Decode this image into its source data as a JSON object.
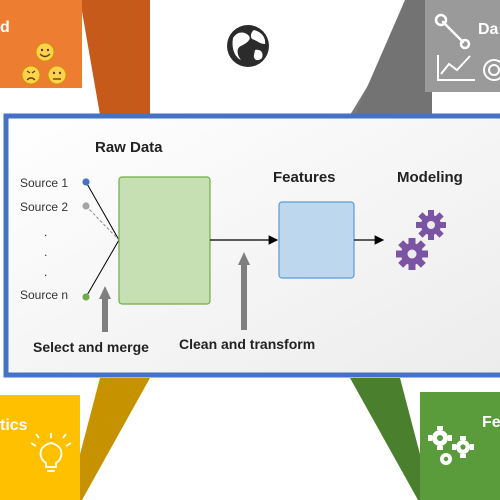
{
  "corners": {
    "top_left_label": "d",
    "top_right_label": "Da",
    "bottom_left_label": "tics",
    "bottom_right_label": "Fe"
  },
  "diagram": {
    "raw_data_title": "Raw Data",
    "features_title": "Features",
    "modeling_title": "Modeling",
    "sources": [
      "Source 1",
      "Source 2",
      ".",
      ".",
      ".",
      "Source n"
    ],
    "select_merge_label": "Select and merge",
    "clean_transform_label": "Clean and transform"
  },
  "colors": {
    "frame_border": "#4472c4",
    "raw_data_fill": "#c6e0b4",
    "raw_data_stroke": "#70ad47",
    "features_fill": "#bdd7ee",
    "features_stroke": "#5b9bd5",
    "gear": "#7b55a4",
    "source_1_dot": "#4472c4",
    "source_2_dot": "#a5a5a5",
    "source_n_dot": "#70ad47",
    "orange": "#e8772e",
    "gray": "#8c8c8c",
    "yellow": "#ffc000",
    "green": "#5a9c3c"
  },
  "icons": [
    "globe-icon",
    "emoji-faces-icon",
    "wrench-icon",
    "line-chart-icon",
    "target-icon",
    "lightbulb-icon",
    "gears-icon"
  ]
}
